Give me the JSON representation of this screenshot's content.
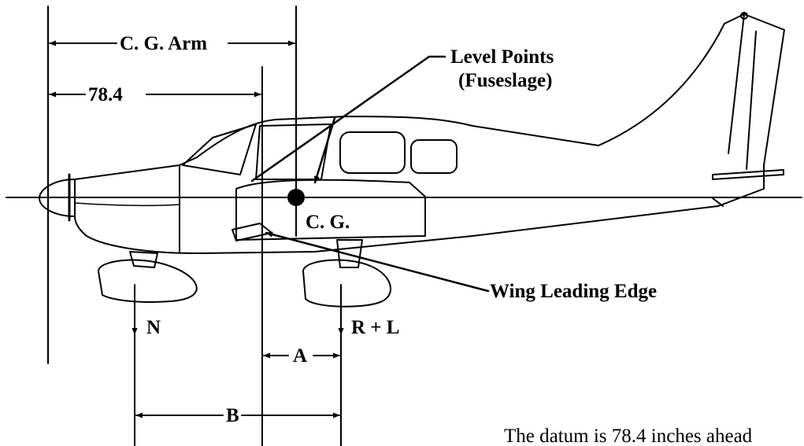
{
  "labels": {
    "cg_arm": "C. G. Arm",
    "arm_value": "78.4",
    "level_points_line1": "Level Points",
    "level_points_line2": "(Fuseslage)",
    "cg": "C. G.",
    "wing_leading_edge": "Wing Leading Edge",
    "nose_wheel": "N",
    "main_wheels": "R + L",
    "dim_a": "A",
    "dim_b": "B"
  },
  "caption": {
    "line1": "The datum is 78.4 inches ahead"
  }
}
